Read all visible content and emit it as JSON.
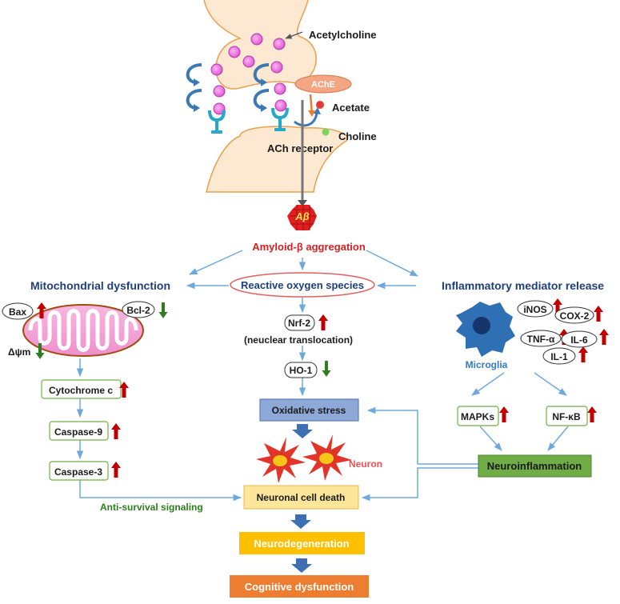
{
  "synapse": {
    "acetylcholine": "Acetylcholine",
    "ache": "AChE",
    "acetate": "Acetate",
    "choline": "Choline",
    "ach_receptor": "ACh  receptor"
  },
  "amyloid": {
    "badge": "Aβ",
    "label": "Amyloid-β aggregation"
  },
  "ros": "Reactive oxygen species",
  "mitochondria": {
    "title": "Mitochondrial dysfunction",
    "bax": "Bax",
    "bcl2": "Bcl-2",
    "dpsi": "Δψm",
    "cytochrome": "Cytochrome  c",
    "caspase9": "Caspase-9",
    "caspase3": "Caspase-3",
    "anti_survival": "Anti-survival  signaling"
  },
  "center": {
    "nrf2": "Nrf-2",
    "nuclear": "(neuclear translocation)",
    "ho1": "HO-1",
    "oxidative": "Oxidative stress",
    "neuron": "Neuron",
    "death": "Neuronal cell death",
    "neurodegeneration": "Neurodegeneration",
    "cognitive": "Cognitive dysfunction"
  },
  "inflammation": {
    "title": "Inflammatory  mediator release",
    "microglia": "Microglia",
    "inos": "iNOS",
    "cox2": "COX-2",
    "tnf": "TNF-α",
    "il6": "IL-6",
    "il1": "IL-1",
    "mapks": "MAPKs",
    "nfkb": "NF-κB",
    "neuroinflammation": "Neuroinflammation"
  },
  "colors": {
    "up_arrow": "#c00000",
    "down_arrow": "#2e7d1e",
    "flow_arrow": "#6fa8dc",
    "synapse_fill": "#fde9d2",
    "synapse_stroke": "#e8a050",
    "oxidative_box": "#8ea9d8",
    "death_box": "#fde59a",
    "neurodegeneration_box": "#ffc000",
    "cognitive_box": "#ed7d31",
    "neuroinflammation_box": "#70ad47",
    "ros_border": "#e06060"
  }
}
